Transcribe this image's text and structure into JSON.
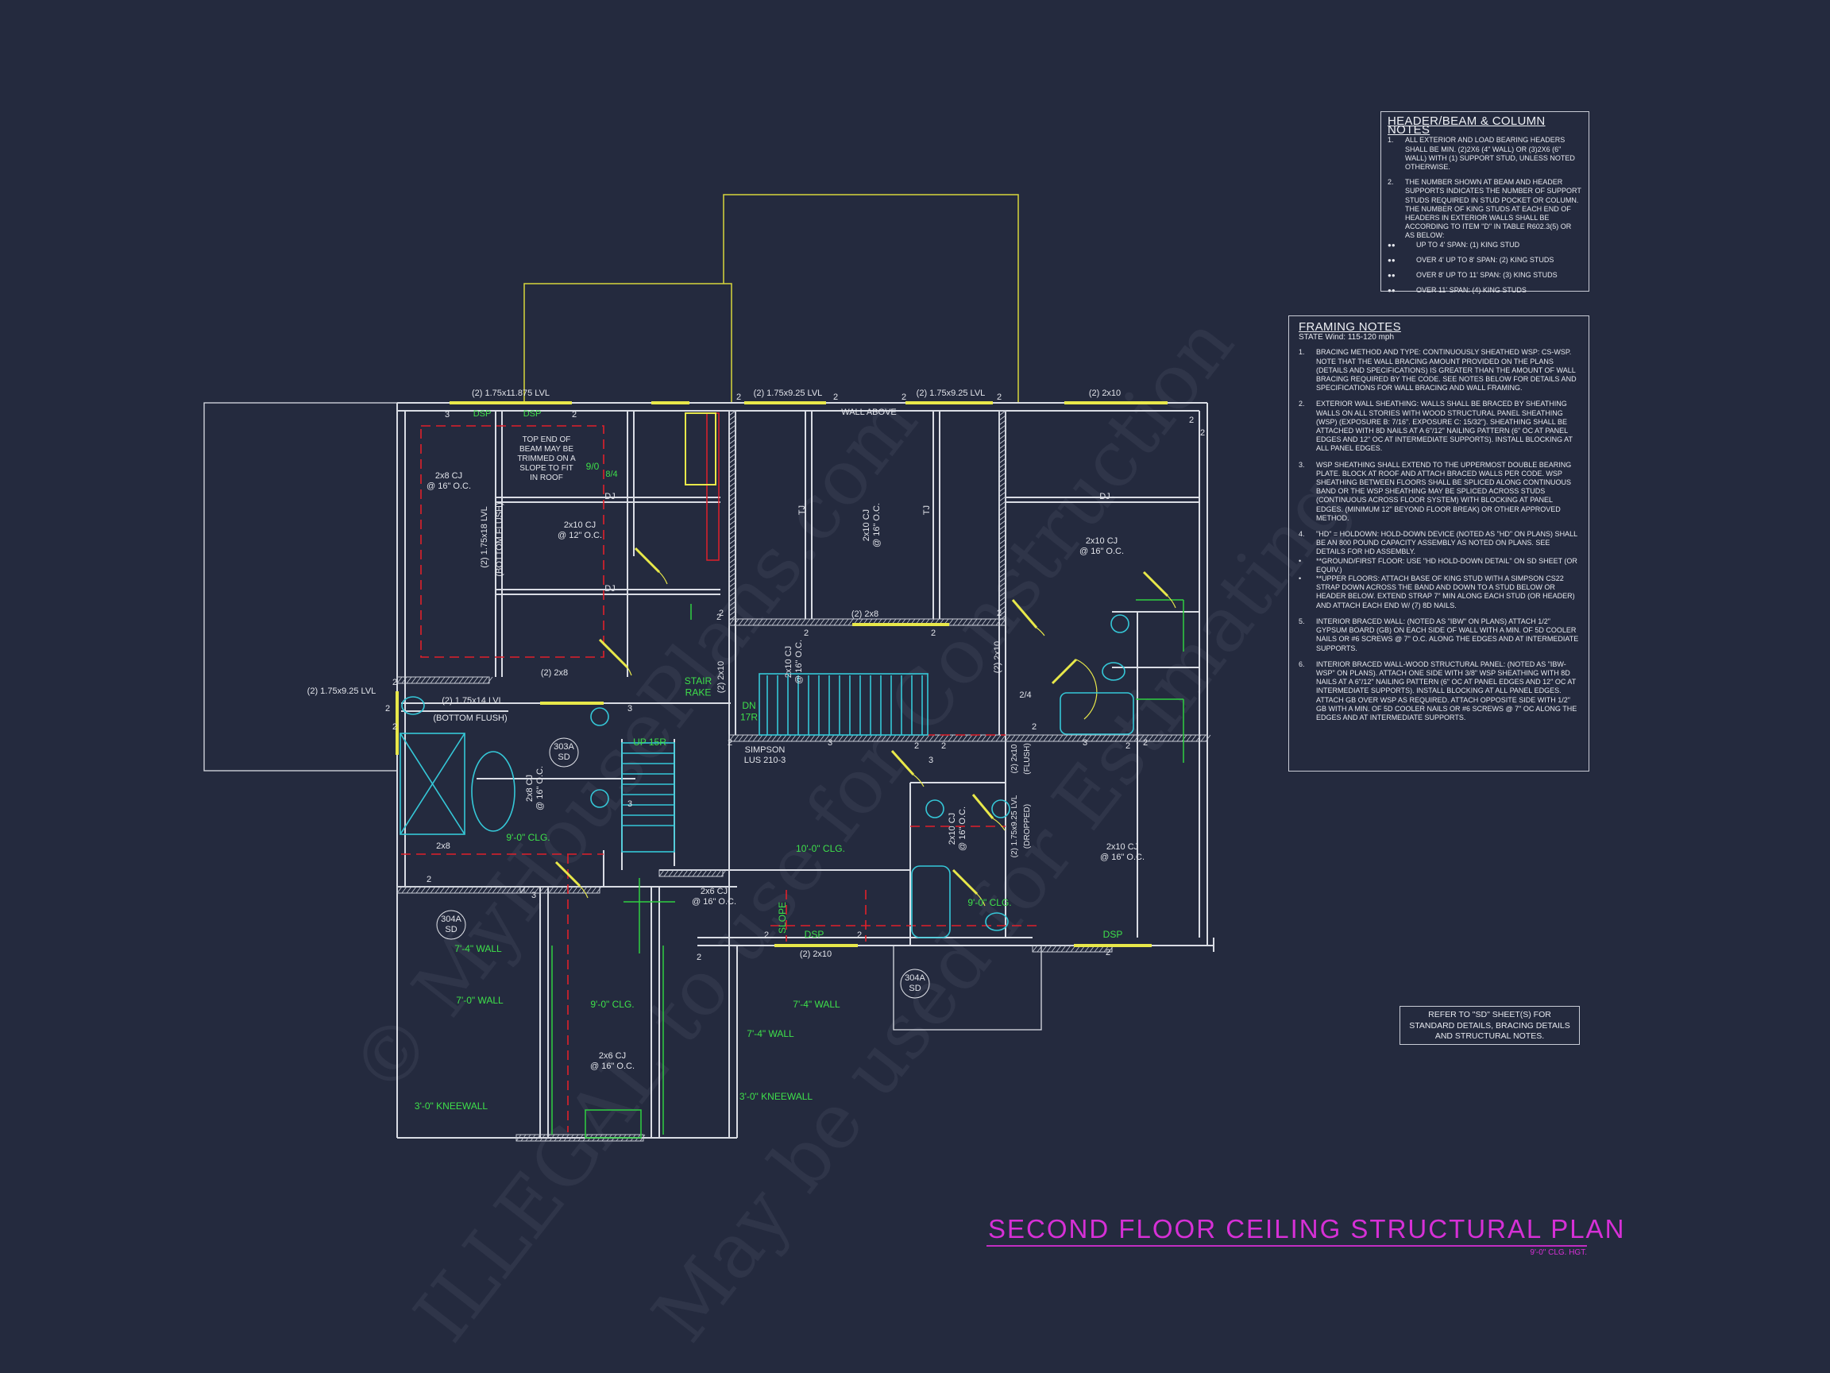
{
  "title": "SECOND FLOOR CEILING STRUCTURAL PLAN",
  "subtitle": "9'-0\" CLG. HGT.",
  "colors": {
    "background": "#242a3e",
    "walls": "#d9dce4",
    "beams": "#e8e84a",
    "ceiling_labels": "#3ee04a",
    "fixtures": "#35c8d8",
    "dashed_lines": "#e0202a",
    "title": "#d630d6"
  },
  "watermark": [
    "© MyHousePlans.com",
    "ILLEGAL to use for Construction",
    "May be used for Estimating"
  ],
  "header_notes": {
    "title": "HEADER/BEAM & COLUMN NOTES",
    "items": [
      {
        "num": "1.",
        "text": "ALL EXTERIOR AND LOAD BEARING HEADERS SHALL BE MIN. (2)2x6 (4\" WALL) OR (3)2x6 (6\" WALL) WITH (1) SUPPORT STUD, UNLESS NOTED OTHERWISE."
      },
      {
        "num": "2.",
        "text": "THE NUMBER SHOWN AT BEAM AND HEADER SUPPORTS INDICATES THE NUMBER OF SUPPORT STUDS REQUIRED IN STUD POCKET OR COLUMN. THE NUMBER OF KING STUDS AT EACH END OF HEADERS IN EXTERIOR WALLS SHALL BE ACCORDING TO ITEM \"d\" IN TABLE R602.3(5) OR AS BELOW:"
      }
    ],
    "bullets": [
      "UP TO 4' SPAN: (1) KING STUD",
      "OVER 4' UP TO 8' SPAN: (2) KING STUDS",
      "OVER 8' UP TO 11' SPAN: (3) KING STUDS",
      "OVER 11' SPAN: (4) KING STUDS"
    ]
  },
  "framing_notes": {
    "title": "FRAMING NOTES",
    "subtitle": "STATE Wind: 115-120 mph",
    "items": [
      {
        "num": "1.",
        "text": "BRACING METHOD AND TYPE: CONTINUOUSLY SHEATHED WSP: CS-WSP. NOTE THAT THE WALL BRACING AMOUNT PROVIDED ON THE PLANS (DETAILS AND SPECIFICATIONS) IS GREATER THAN THE AMOUNT OF WALL BRACING REQUIRED BY THE CODE. SEE NOTES BELOW FOR DETAILS AND SPECIFICATIONS FOR WALL BRACING AND WALL FRAMING."
      },
      {
        "num": "2.",
        "text": "EXTERIOR WALL SHEATHING: WALLS SHALL BE BRACED BY SHEATHING WALLS ON ALL STORIES WITH WOOD STRUCTURAL PANEL SHEATHING (WSP) (EXPOSURE B: 7/16\". EXPOSURE C: 15/32\"). SHEATHING SHALL BE ATTACHED WITH 8d NAILS AT A 6\"/12\" NAILING PATTERN (6\" OC AT PANEL EDGES AND 12\" OC AT INTERMEDIATE SUPPORTS). INSTALL BLOCKING AT ALL PANEL EDGES."
      },
      {
        "num": "3.",
        "text": "WSP SHEATHING SHALL EXTEND TO THE UPPERMOST DOUBLE BEARING PLATE. BLOCK AT ROOF AND ATTACH BRACED WALLS PER CODE. WSP SHEATHING BETWEEN FLOORS SHALL BE SPLICED ALONG CONTINUOUS BAND OR THE WSP SHEATHING MAY BE SPLICED ACROSS STUDS (CONTINUOUS ACROSS FLOOR SYSTEM) WITH BLOCKING AT PANEL EDGES. (MINIMUM 12\" BEYOND FLOOR BREAK) OR OTHER APPROVED METHOD."
      },
      {
        "num": "4.",
        "text": "\"HD\" = HOLDOWN: HOLD-DOWN DEVICE (NOTED AS \"HD\" ON PLANS) SHALL BE AN 800 POUND CAPACITY ASSEMBLY AS NOTED ON PLANS. SEE DETAILS FOR HD ASSEMBLY."
      },
      {
        "num": "•",
        "text": "**GROUND/FIRST FLOOR: USE \"HD HOLD-DOWN DETAIL\" ON SD SHEET (OR EQUIV.)"
      },
      {
        "num": "•",
        "text": "**UPPER FLOORS: ATTACH BASE OF KING STUD WITH A SIMPSON CS22 STRAP DOWN ACROSS THE BAND AND DOWN TO A STUD BELOW OR HEADER BELOW. EXTEND STRAP 7\" MIN ALONG EACH STUD (OR HEADER) AND ATTACH EACH END W/ (7) 8d NAILS."
      },
      {
        "num": "5.",
        "text": "INTERIOR BRACED WALL: (NOTED AS \"IBW\" ON PLANS) ATTACH 1/2\" GYPSUM BOARD (GB) ON EACH SIDE OF WALL WITH A MIN. OF 5d COOLER NAILS OR #6 SCREWS @ 7\" O.C. ALONG THE EDGES AND AT INTERMEDIATE SUPPORTS."
      },
      {
        "num": "6.",
        "text": "INTERIOR BRACED WALL-WOOD STRUCTURAL PANEL: (NOTED AS \"IBW-WSP\" ON PLANS). ATTACH ONE SIDE WITH 3/8\" WSP SHEATHING WITH 8d NAILS AT A 6\"/12\" NAILING PATTERN (6\" OC AT PANEL EDGES AND 12\" OC AT INTERMEDIATE SUPPORTS). INSTALL BLOCKING AT ALL PANEL EDGES. ATTACH GB OVER WSP AS REQUIRED. ATTACH OPPOSITE SIDE WITH 1/2\" GB WITH A MIN. OF 5d COOLER NAILS OR #6 SCREWS @ 7\" OC ALONG THE EDGES AND AT INTERMEDIATE SUPPORTS."
      }
    ]
  },
  "refer_note": "REFER TO \"SD\" SHEET(S) FOR STANDARD DETAILS, BRACING DETAILS AND STRUCTURAL NOTES.",
  "plan": {
    "labels": [
      {
        "text": "(2) 1.75x11.875 LVL",
        "style": "white"
      },
      {
        "text": "DSP",
        "style": "green"
      },
      {
        "text": "DSP",
        "style": "green"
      },
      {
        "text": "TOP END OF\nBEAM MAY BE\nTRIMMED ON A\nSLOPE TO FIT\nIN ROOF",
        "style": "white"
      },
      {
        "text": "2x8 CJ\n@ 16\" O.C.",
        "style": "white"
      },
      {
        "text": "(2) 1.75x18 LVL",
        "style": "white"
      },
      {
        "text": "(BOTTOM FLUSH)",
        "style": "white"
      },
      {
        "text": "2x10 CJ\n@ 12\" O.C.",
        "style": "white"
      },
      {
        "text": "DJ",
        "style": "white"
      },
      {
        "text": "DJ",
        "style": "white"
      },
      {
        "text": "9/0",
        "style": "green"
      },
      {
        "text": "8/4",
        "style": "green"
      },
      {
        "text": "(2) 1.75x9.25 LVL",
        "style": "white"
      },
      {
        "text": "(2) 1.75x9.25 LVL",
        "style": "white"
      },
      {
        "text": "(2) 2x10",
        "style": "white"
      },
      {
        "text": "WALL ABOVE",
        "style": "white"
      },
      {
        "text": "2x10 CJ\n@ 16\" O.C.",
        "style": "white"
      },
      {
        "text": "TJ",
        "style": "white"
      },
      {
        "text": "TJ",
        "style": "white"
      },
      {
        "text": "DJ",
        "style": "white"
      },
      {
        "text": "2x10 CJ\n@ 16\" O.C.",
        "style": "white"
      },
      {
        "text": "(2) 2x8",
        "style": "white"
      },
      {
        "text": "(2) 2x10",
        "style": "white"
      },
      {
        "text": "(2) 2x10",
        "style": "white"
      },
      {
        "text": "2x10 CJ\n@ 16\" O.C.",
        "style": "white"
      },
      {
        "text": "DN\n17R",
        "style": "green"
      },
      {
        "text": "STAIR\nRAKE",
        "style": "green"
      },
      {
        "text": "(2) 2x8",
        "style": "white"
      },
      {
        "text": "(2) 1.75x9.25 LVL",
        "style": "white"
      },
      {
        "text": "(2) 1.75x14 LVL",
        "style": "white"
      },
      {
        "text": "(BOTTOM FLUSH)",
        "style": "white"
      },
      {
        "text": "303A\nSD",
        "style": "white"
      },
      {
        "text": "UP 15R",
        "style": "green"
      },
      {
        "text": "SIMPSON\nLUS 210-3",
        "style": "white"
      },
      {
        "text": "2x8 CJ\n@ 16\" O.C.",
        "style": "white"
      },
      {
        "text": "9'-0\" CLG.",
        "style": "green"
      },
      {
        "text": "10'-0\" CLG.",
        "style": "green"
      },
      {
        "text": "2x10 CJ\n@ 16\" O.C.",
        "style": "white"
      },
      {
        "text": "(2) 1.75x9.25 LVL",
        "style": "white"
      },
      {
        "text": "(DROPPED)",
        "style": "white"
      },
      {
        "text": "(2) 2x10",
        "style": "white"
      },
      {
        "text": "(FLUSH)",
        "style": "white"
      },
      {
        "text": "2x10 CJ\n@ 16\" O.C.",
        "style": "white"
      },
      {
        "text": "2x8",
        "style": "white"
      },
      {
        "text": "2x6 CJ\n@ 16\" O.C.",
        "style": "white"
      },
      {
        "text": "SLOPE",
        "style": "green"
      },
      {
        "text": "DSP",
        "style": "green"
      },
      {
        "text": "9'-0\" CLG.",
        "style": "green"
      },
      {
        "text": "DSP",
        "style": "green"
      },
      {
        "text": "(2) 2x10",
        "style": "white"
      },
      {
        "text": "304A\nSD",
        "style": "white"
      },
      {
        "text": "304A\nSD",
        "style": "white"
      },
      {
        "text": "7'-4\" WALL",
        "style": "green"
      },
      {
        "text": "7'-0\" WALL",
        "style": "green"
      },
      {
        "text": "9'-0\" CLG.",
        "style": "green"
      },
      {
        "text": "7'-4\" WALL",
        "style": "green"
      },
      {
        "text": "7'-4\" WALL",
        "style": "green"
      },
      {
        "text": "2x6 CJ\n@ 16\" O.C.",
        "style": "white"
      },
      {
        "text": "3'-0\" KNEEWALL",
        "style": "green"
      },
      {
        "text": "3'-0\" KNEEWALL",
        "style": "green"
      },
      {
        "text": "2/4",
        "style": "white"
      }
    ],
    "support_counts": [
      "3",
      "2",
      "2",
      "2",
      "2",
      "2",
      "2",
      "2",
      "2",
      "2",
      "2",
      "2",
      "2",
      "2",
      "3",
      "2",
      "2",
      "3",
      "3",
      "2",
      "2",
      "2",
      "3",
      "2",
      "2",
      "2",
      "3",
      "2",
      "2",
      "2",
      "3",
      "2",
      "2"
    ]
  }
}
